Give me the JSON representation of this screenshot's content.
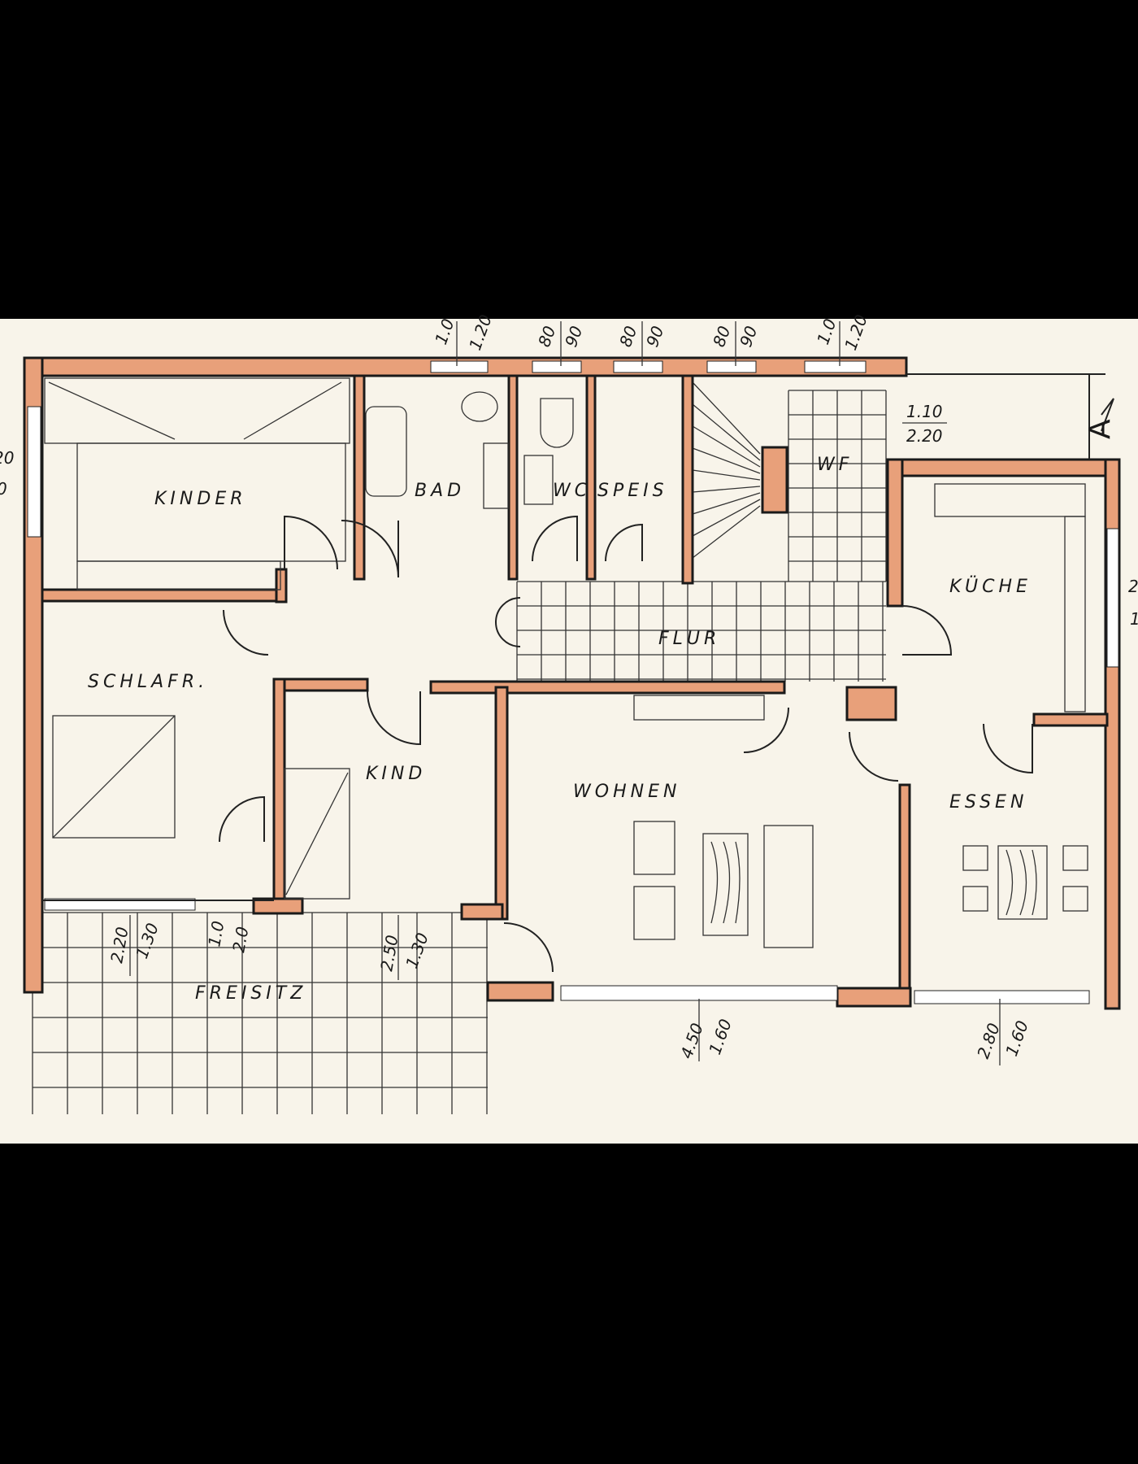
{
  "colors": {
    "paper": "#f8f4ea",
    "wall": "#e8a07a",
    "ink": "#1a1a1a",
    "background": "#000000"
  },
  "rooms": {
    "kinder": "KINDER",
    "bad": "BAD",
    "wc": "WC",
    "speis": "SPEIS",
    "wf": "WF",
    "kueche": "KÜCHE",
    "flur": "FLUR",
    "schlafr": "SCHLAFR.",
    "kind": "KIND",
    "wohnen": "WOHNEN",
    "essen": "ESSEN",
    "freisitz": "FREISITZ"
  },
  "dimensions": {
    "top": [
      {
        "a": "1.0",
        "b": "1.20"
      },
      {
        "a": "80",
        "b": "90"
      },
      {
        "a": "80",
        "b": "90"
      },
      {
        "a": "80",
        "b": "90"
      },
      {
        "a": "1.0",
        "b": "1.20"
      }
    ],
    "stair": {
      "a": "1.10",
      "b": "2.20"
    },
    "freisitz": [
      {
        "a": "2.20",
        "b": "1.30"
      },
      {
        "a": "1.0",
        "b": "2.0"
      },
      {
        "a": "2.50",
        "b": "1.30"
      }
    ],
    "bottom": [
      {
        "a": "4.50",
        "b": "1.60"
      },
      {
        "a": "2.80",
        "b": "1.60"
      }
    ],
    "left_edge": {
      "a": "20",
      "b": "0"
    },
    "right_edge": {
      "a": "2",
      "b": "1"
    },
    "section_marker": "A"
  }
}
